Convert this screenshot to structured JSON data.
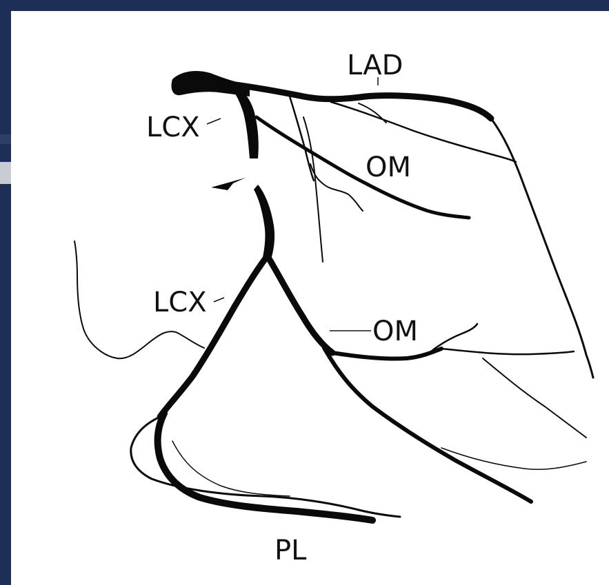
{
  "labels": {
    "lad": "LAD",
    "lcx_top": "LCX",
    "om_top": "OM",
    "lcx_mid": "LCX",
    "om_mid": "OM",
    "pl": "PL"
  },
  "colors": {
    "frame": "#1d2f55",
    "panel": "#ffffff",
    "vessel": "#0a0a0a"
  }
}
